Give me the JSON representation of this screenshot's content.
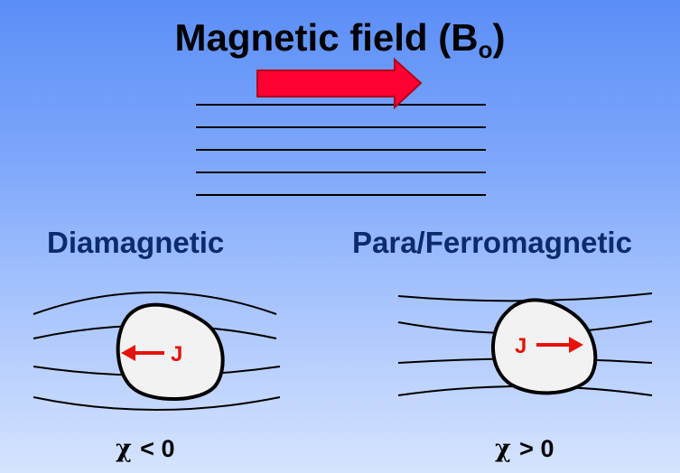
{
  "title": {
    "text": "Magnetic field (B",
    "subscript": "o",
    "close": ")"
  },
  "headings": {
    "diamagnetic": "Diamagnetic",
    "para": "Para/Ferromagnetic"
  },
  "current_label": "J",
  "susceptibility": {
    "dia": {
      "symbol": "χ",
      "relation": "< 0"
    },
    "para": {
      "symbol": "χ",
      "relation": "> 0"
    }
  },
  "colors": {
    "arrow": "#ff0033",
    "current": "#e8120c",
    "heading": "#0d2a6b",
    "blob_fill": "#f2f2f2"
  }
}
